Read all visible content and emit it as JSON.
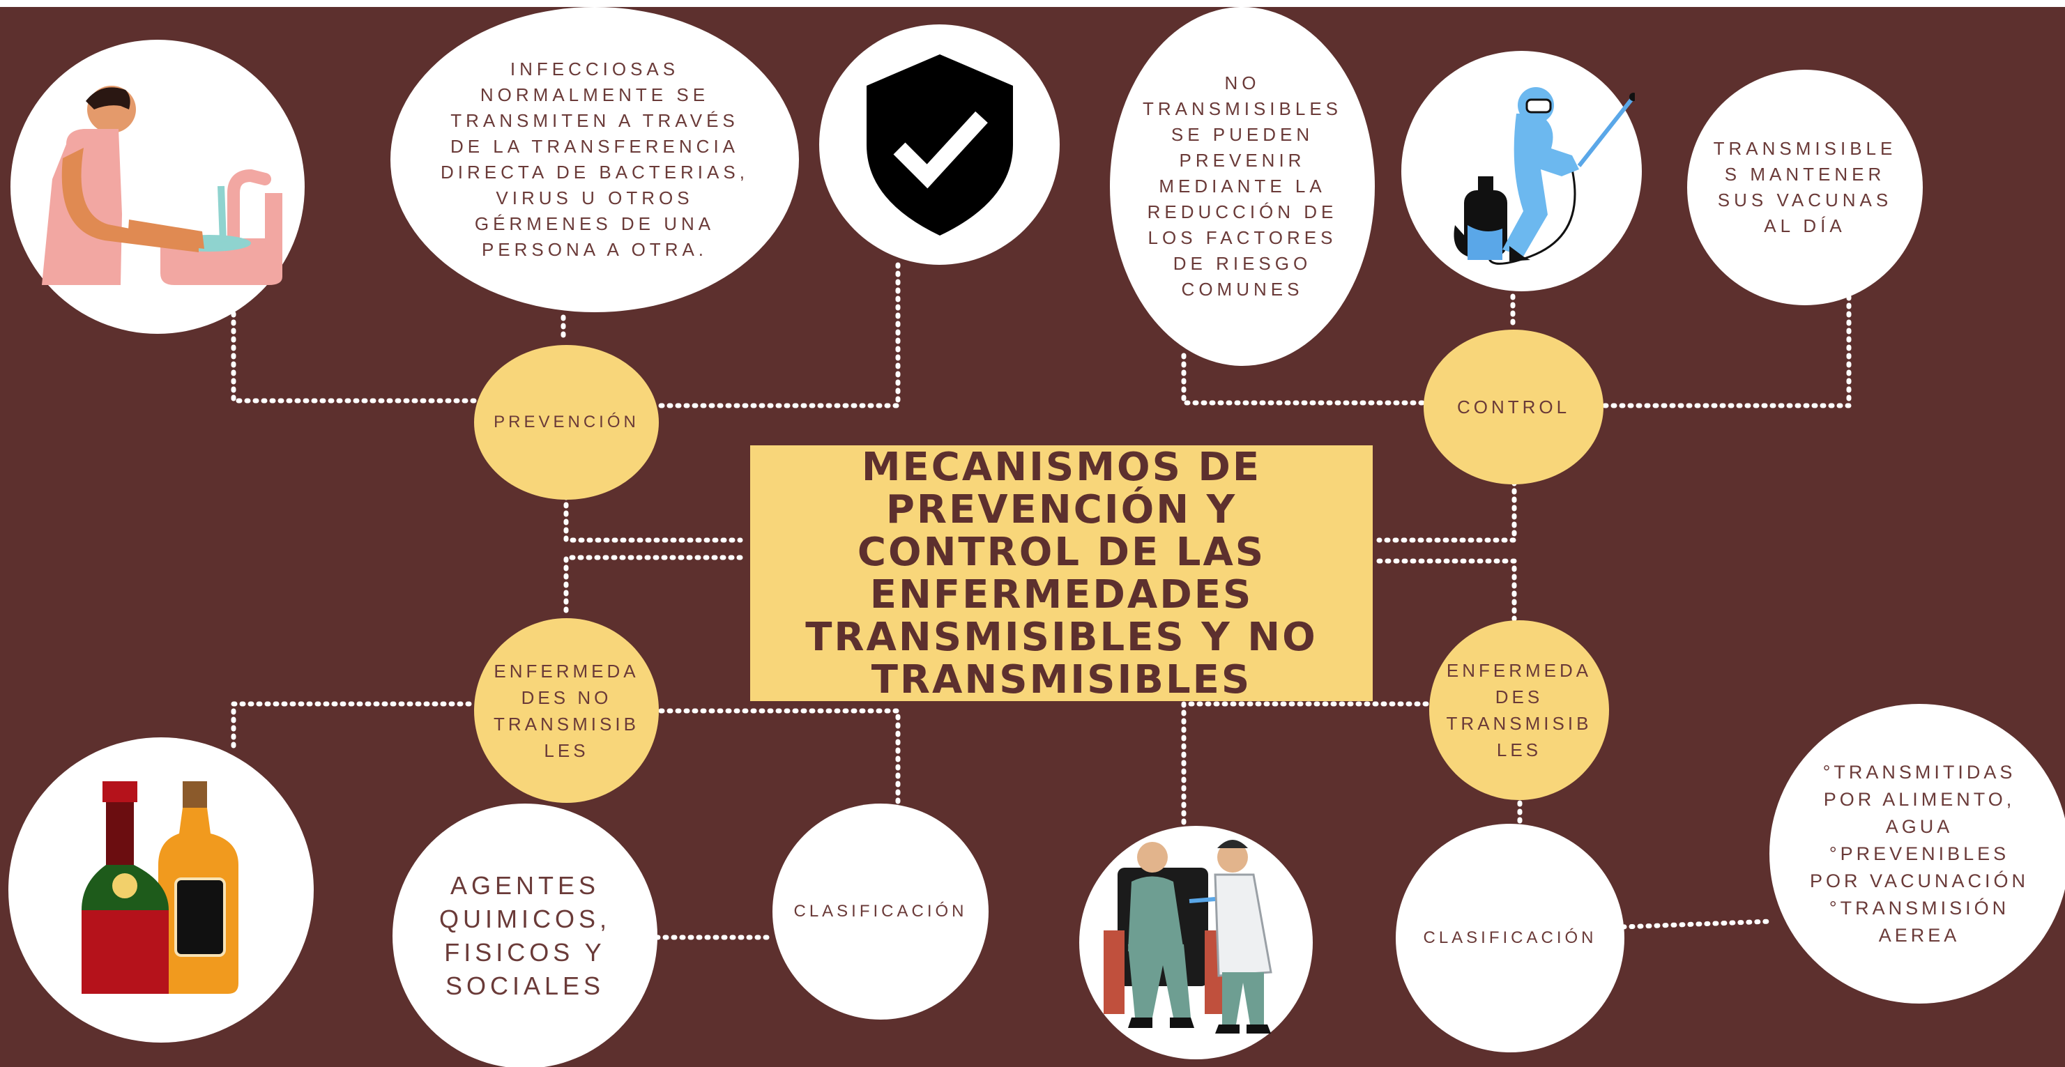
{
  "title": "MECANISMOS DE\nPREVENCIÓN Y\nCONTROL DE LAS\nENFERMEDADES\nTRANSMISIBLES Y NO\nTRANSMISIBLES",
  "hubs": {
    "prevencion": "PREVENCIÓN",
    "control": "CONTROL",
    "no_transmisibles": "ENFERMEDA\nDES NO\nTRANSMISIB\nLES",
    "transmisibles": "ENFERMEDA\nDES\nTRANSMISIB\nLES"
  },
  "nodes": {
    "infecciosas": "INFECCIOSAS\nNORMALMENTE SE\nTRANSMITEN A TRAVÉS\nDE LA TRANSFERENCIA\nDIRECTA DE BACTERIAS,\nVIRUS U OTROS\nGÉRMENES DE UNA\nPERSONA A OTRA.",
    "no_transmisibles_prevenir": "NO\nTRANSMISIBLES\nSE PUEDEN\nPREVENIR\nMEDIANTE LA\nREDUCCIÓN DE\nLOS FACTORES\nDE RIESGO\nCOMUNES",
    "transmisibles_vacunas": "TRANSMISIBLE\nS MANTENER\nSUS VACUNAS\nAL DÍA",
    "agentes": "AGENTES\nQUIMICOS,\nFISICOS Y\nSOCIALES",
    "clasificacion_left": "CLASIFICACIÓN",
    "clasificacion_right": "CLASIFICACIÓN",
    "transmitidas": "°TRANSMITIDAS\nPOR ALIMENTO,\nAGUA\n°PREVENIBLES\nPOR VACUNACIÓN\n°TRANSMISIÓN\nAEREA"
  },
  "illustrations": {
    "handwashing": "handwashing-icon",
    "shield": "shield-check-icon",
    "sprayer": "disinfection-sprayer-icon",
    "bottles": "alcohol-bottles-icon",
    "vaccination": "vaccination-icon"
  },
  "colors": {
    "background": "#5d302e",
    "accent": "#f8d67a",
    "node": "#ffffff",
    "text": "#6a3a38"
  }
}
